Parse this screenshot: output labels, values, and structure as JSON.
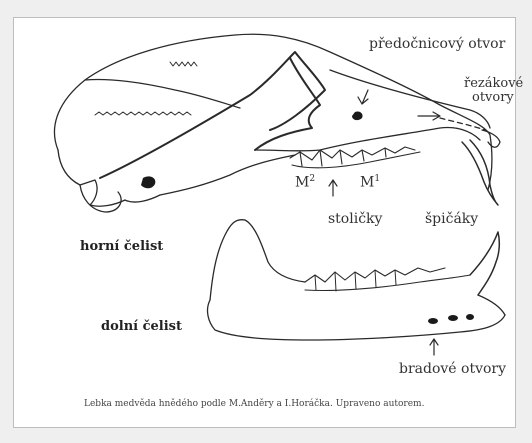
{
  "labels": {
    "predocnicovy": "předočnicový otvor",
    "rezakove_1": "řezákové",
    "rezakove_2": "otvory",
    "m2_base": "M",
    "m2_sup": "2",
    "m1_base": "M",
    "m1_sup": "1",
    "stolicky": "stoličky",
    "spicaky": "špičáky",
    "horni_celist": "horní čelist",
    "dolni_celist": "dolní čelist",
    "bradove": "bradové otvory"
  },
  "caption": "Lebka medvěda hnědého podle M.Anděry a I.Horáčka. Upraveno autorem.",
  "colors": {
    "ink": "#2a2a2a",
    "paper": "#ffffff",
    "background": "#efefef"
  }
}
